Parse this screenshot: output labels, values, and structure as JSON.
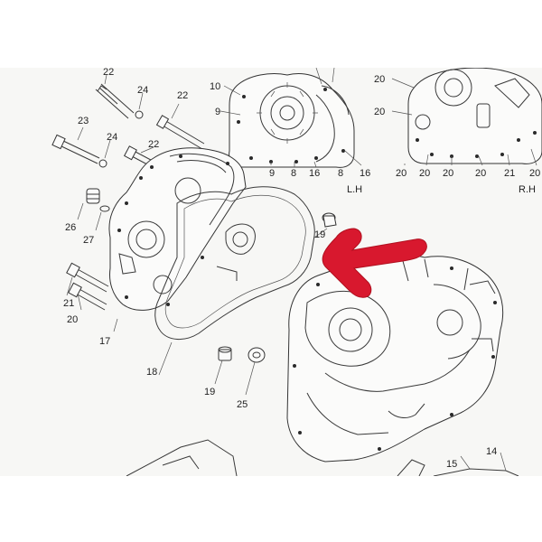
{
  "callouts": [
    {
      "id": "c22a",
      "text": "22"
    },
    {
      "id": "c24a",
      "text": "24"
    },
    {
      "id": "c22b",
      "text": "22"
    },
    {
      "id": "c23",
      "text": "23"
    },
    {
      "id": "c24b",
      "text": "24"
    },
    {
      "id": "c22c",
      "text": "22"
    },
    {
      "id": "c26",
      "text": "26"
    },
    {
      "id": "c27",
      "text": "27"
    },
    {
      "id": "c21",
      "text": "21"
    },
    {
      "id": "c20",
      "text": "20"
    },
    {
      "id": "c17",
      "text": "17"
    },
    {
      "id": "c18",
      "text": "18"
    },
    {
      "id": "c19a",
      "text": "19"
    },
    {
      "id": "c25",
      "text": "25"
    },
    {
      "id": "c19b",
      "text": "19"
    },
    {
      "id": "c15",
      "text": "15"
    },
    {
      "id": "c14",
      "text": "14"
    },
    {
      "id": "c10",
      "text": "10"
    },
    {
      "id": "c9a",
      "text": "9"
    },
    {
      "id": "c9b",
      "text": "9"
    },
    {
      "id": "c8a",
      "text": "8"
    },
    {
      "id": "c16a",
      "text": "16"
    },
    {
      "id": "c8b",
      "text": "8"
    },
    {
      "id": "c16b",
      "text": "16"
    },
    {
      "id": "c20a",
      "text": "20"
    },
    {
      "id": "c20b",
      "text": "20"
    },
    {
      "id": "c20c",
      "text": "20"
    },
    {
      "id": "c20d",
      "text": "20"
    },
    {
      "id": "c20e",
      "text": "20"
    },
    {
      "id": "c20f",
      "text": "20"
    },
    {
      "id": "c21b",
      "text": "21"
    },
    {
      "id": "c20g",
      "text": "20"
    }
  ],
  "view_labels": {
    "left": "L.H",
    "right": "R.H"
  },
  "colors": {
    "arrow": "#d8182e",
    "paper": "#f7f7f5",
    "ink": "#333333"
  }
}
